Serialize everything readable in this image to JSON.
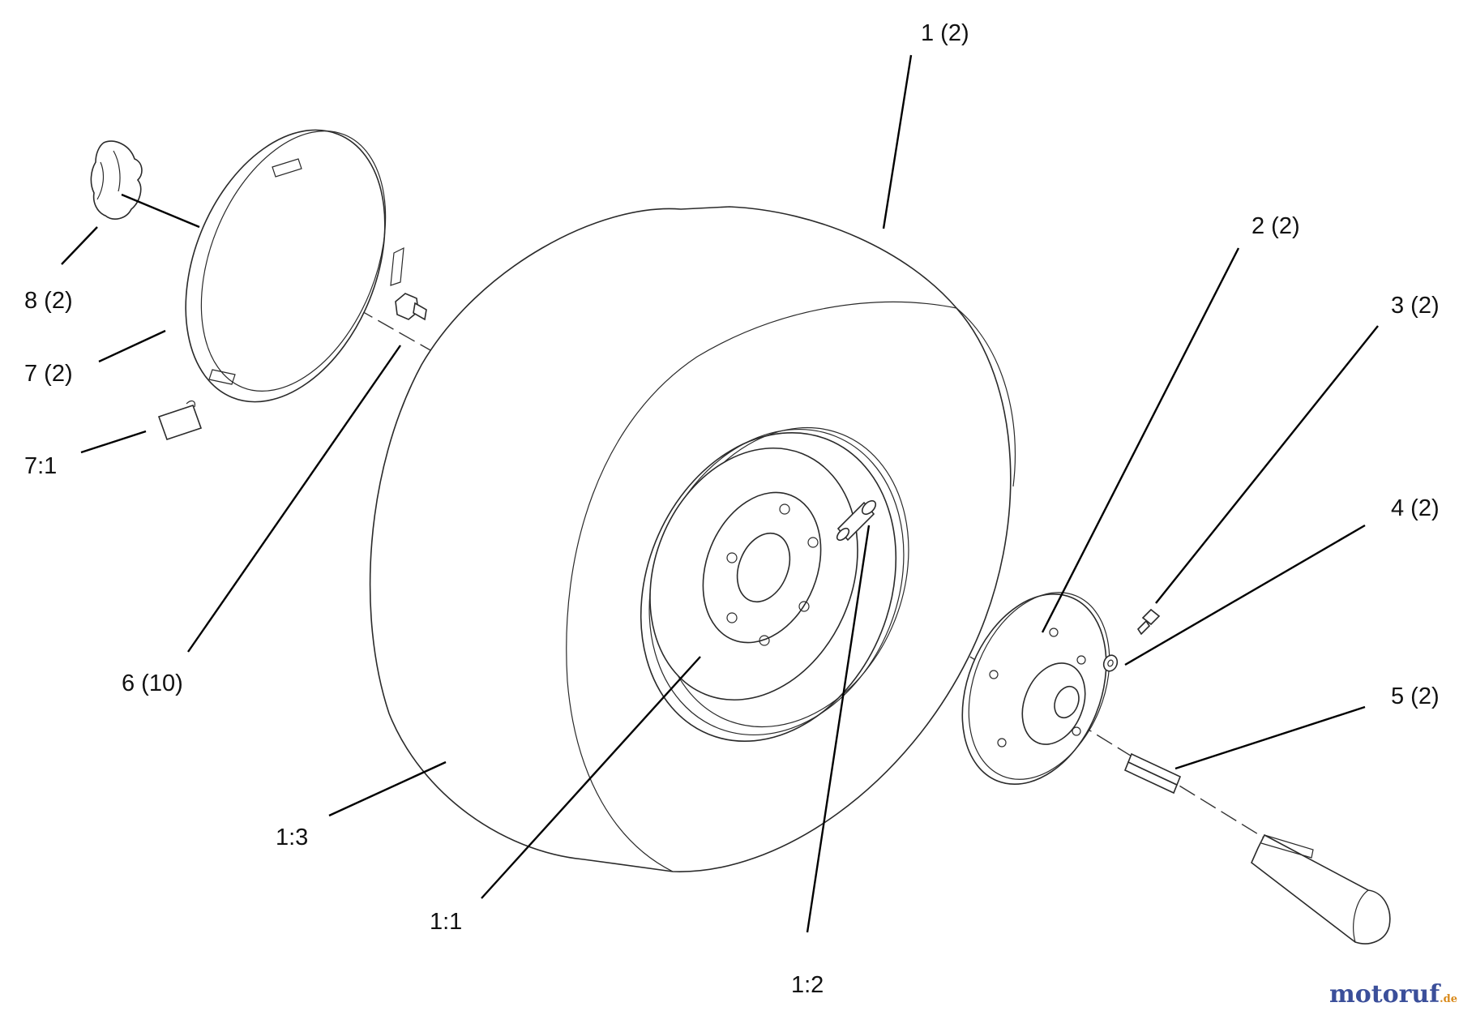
{
  "callouts": {
    "c1": "1 (2)",
    "c2": "2 (2)",
    "c3": "3 (2)",
    "c4": "4 (2)",
    "c5": "5 (2)",
    "c6": "6 (10)",
    "c7": "7 (2)",
    "c71": "7:1",
    "c8": "8 (2)",
    "c11": "1:1",
    "c12": "1:2",
    "c13": "1:3"
  },
  "watermark": {
    "name": "motoruf",
    "tld": ".de",
    "color_name": "#3b4f9a",
    "color_dot": "#d98a1c"
  }
}
